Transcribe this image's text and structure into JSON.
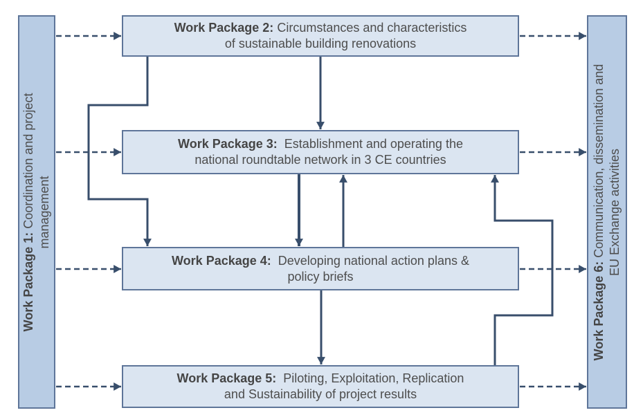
{
  "diagram": {
    "bars": [
      {
        "id": "wp1",
        "side": "left",
        "bold": "Work Package 1:",
        "text": "Coordination and project management"
      },
      {
        "id": "wp6",
        "side": "right",
        "bold": "Work Package 6:",
        "text": "Communication, dissemination and EU Exchange activities"
      }
    ],
    "boxes": [
      {
        "id": "wp2",
        "bold": "Work Package 2:",
        "text": "Circumstances and characteristics of sustainable building renovations"
      },
      {
        "id": "wp3",
        "bold": "Work Package 3:",
        "text": "Establishment and operating the national roundtable network in 3 CE countries"
      },
      {
        "id": "wp4",
        "bold": "Work Package 4:",
        "text": "Developing national action plans & policy briefs"
      },
      {
        "id": "wp5",
        "bold": "Work Package 5:",
        "text": "Piloting, Exploitation, Replication and Sustainability of project results"
      }
    ],
    "edges": {
      "solid": [
        {
          "from": "wp2",
          "to": "wp3"
        },
        {
          "from": "wp2",
          "to": "wp4",
          "route": "around-left-of-wp3"
        },
        {
          "from": "wp3",
          "to": "wp4"
        },
        {
          "from": "wp4",
          "to": "wp3"
        },
        {
          "from": "wp4",
          "to": "wp5"
        },
        {
          "from": "wp5",
          "to": "wp3",
          "route": "around-right-of-wp4"
        }
      ],
      "dashed": [
        {
          "from": "wp1",
          "to": "wp2"
        },
        {
          "from": "wp1",
          "to": "wp3"
        },
        {
          "from": "wp1",
          "to": "wp4"
        },
        {
          "from": "wp1",
          "to": "wp5"
        },
        {
          "from": "wp2",
          "to": "wp6"
        },
        {
          "from": "wp3",
          "to": "wp6"
        },
        {
          "from": "wp4",
          "to": "wp6"
        },
        {
          "from": "wp5",
          "to": "wp6"
        }
      ]
    },
    "colors": {
      "box_fill": "#dbe5f1",
      "bar_fill": "#b8cce4",
      "border": "#5e7599",
      "arrow": "#384e6b",
      "text": "#4d4d4d"
    }
  }
}
